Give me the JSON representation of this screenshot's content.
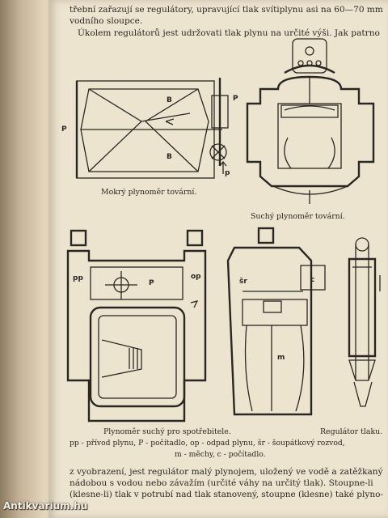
{
  "text": {
    "line1": "třební zařazují se regulátory, upravující tlak svítiplynu asi na 60—70 mm",
    "line2": "vodního sloupce.",
    "line3": "Úkolem regulátorů jest udržovati tlak plynu na určité výši. Jak patrno",
    "bottom1": "z vyobrazení, jest regulátor malý plynojem, uložený ve vodě a zatěžkaný",
    "bottom2": "nádobou s vodou nebo závažím (určité váhy na určitý tlak). Stoupne-li",
    "bottom3": "(klesne-li) tlak v potrubí nad tlak stanovený, stoupne (klesne) také plyno-"
  },
  "captions": {
    "wet_meter": "Mokrý plynoměr tovární.",
    "dry_meter": "Suchý plynoměr tovární.",
    "consumer_meter": "Plynoměr suchý pro spotřebitele.",
    "regulator": "Regulátor tlaku."
  },
  "legend": {
    "line1": "pp - přívod plynu, P - počítadlo, op - odpad plynu, šr - šoupátkový rozvod,",
    "line2": "m - měchy, c - počítadlo."
  },
  "figure_labels": {
    "b_upper": "B",
    "b_lower": "B",
    "p_left": "P",
    "p_right": "P",
    "p_arrow": "p",
    "pp": "pp",
    "p_counter": "P",
    "op": "op",
    "sr": "šr",
    "c": "c",
    "m": "m"
  },
  "watermark": "Antikvarium.hu"
}
